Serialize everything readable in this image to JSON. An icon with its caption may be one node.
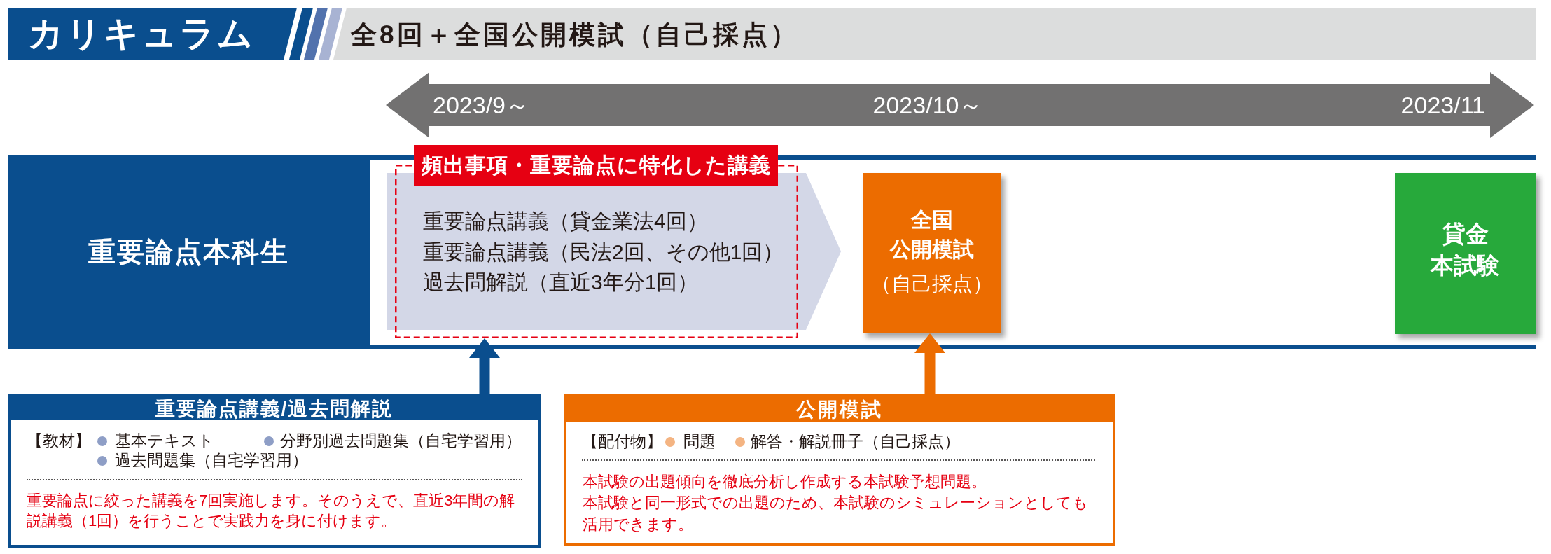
{
  "diagram": {
    "title": "カリキュラム",
    "nodes": [
      {
        "text": [
          "重要論点本科生"
        ]
      },
      {
        "text": [
          "頻出事項・重要論点に特化した講義"
        ],
        "in": 0
      },
      {
        "text": [
          "重要論点講義（貸金業法4回）",
          "重要論点講義（民法2回、その他1回）",
          "過去問解説（直近3年分1回）"
        ],
        "in": 1
      },
      {
        "text": [
          "全国公開模試",
          "（自己採点）"
        ],
        "in": 0
      },
      {
        "text": [
          "貸金本試験"
        ],
        "in": 0
      },
      {
        "text": [
          "重要論点講義/過去問解説",
          "【教材】",
          "基本テキスト",
          "分野別過去問題集（自宅学習用）",
          "過去問題集（自宅学習用）",
          "重要論点に絞った講義を7回実施します。そのうえで、直近3年間の解説講義（1回）を行うことで実践力を身に付けます。"
        ]
      },
      {
        "text": [
          "公開模試",
          "【配付物】",
          "問題",
          "解答・解説冊子（自己採点）",
          "本試験の出題傾向を徹底分析し作成する本試験予想問題。",
          "本試験と同一形式での出題のため、本試験のシミュレーションとしても活用できます。"
        ]
      }
    ],
    "edges": [
      {
        "from": 5,
        "to": 1,
        "arrow": "to",
        "color": "#0a4e8e"
      },
      {
        "from": 6,
        "to": 3,
        "arrow": "to",
        "color": "#ec6c00"
      }
    ],
    "labels": [
      "全8回＋全国公開模試（自己採点）",
      "2023/9～",
      "2023/10～",
      "2023/11"
    ]
  }
}
